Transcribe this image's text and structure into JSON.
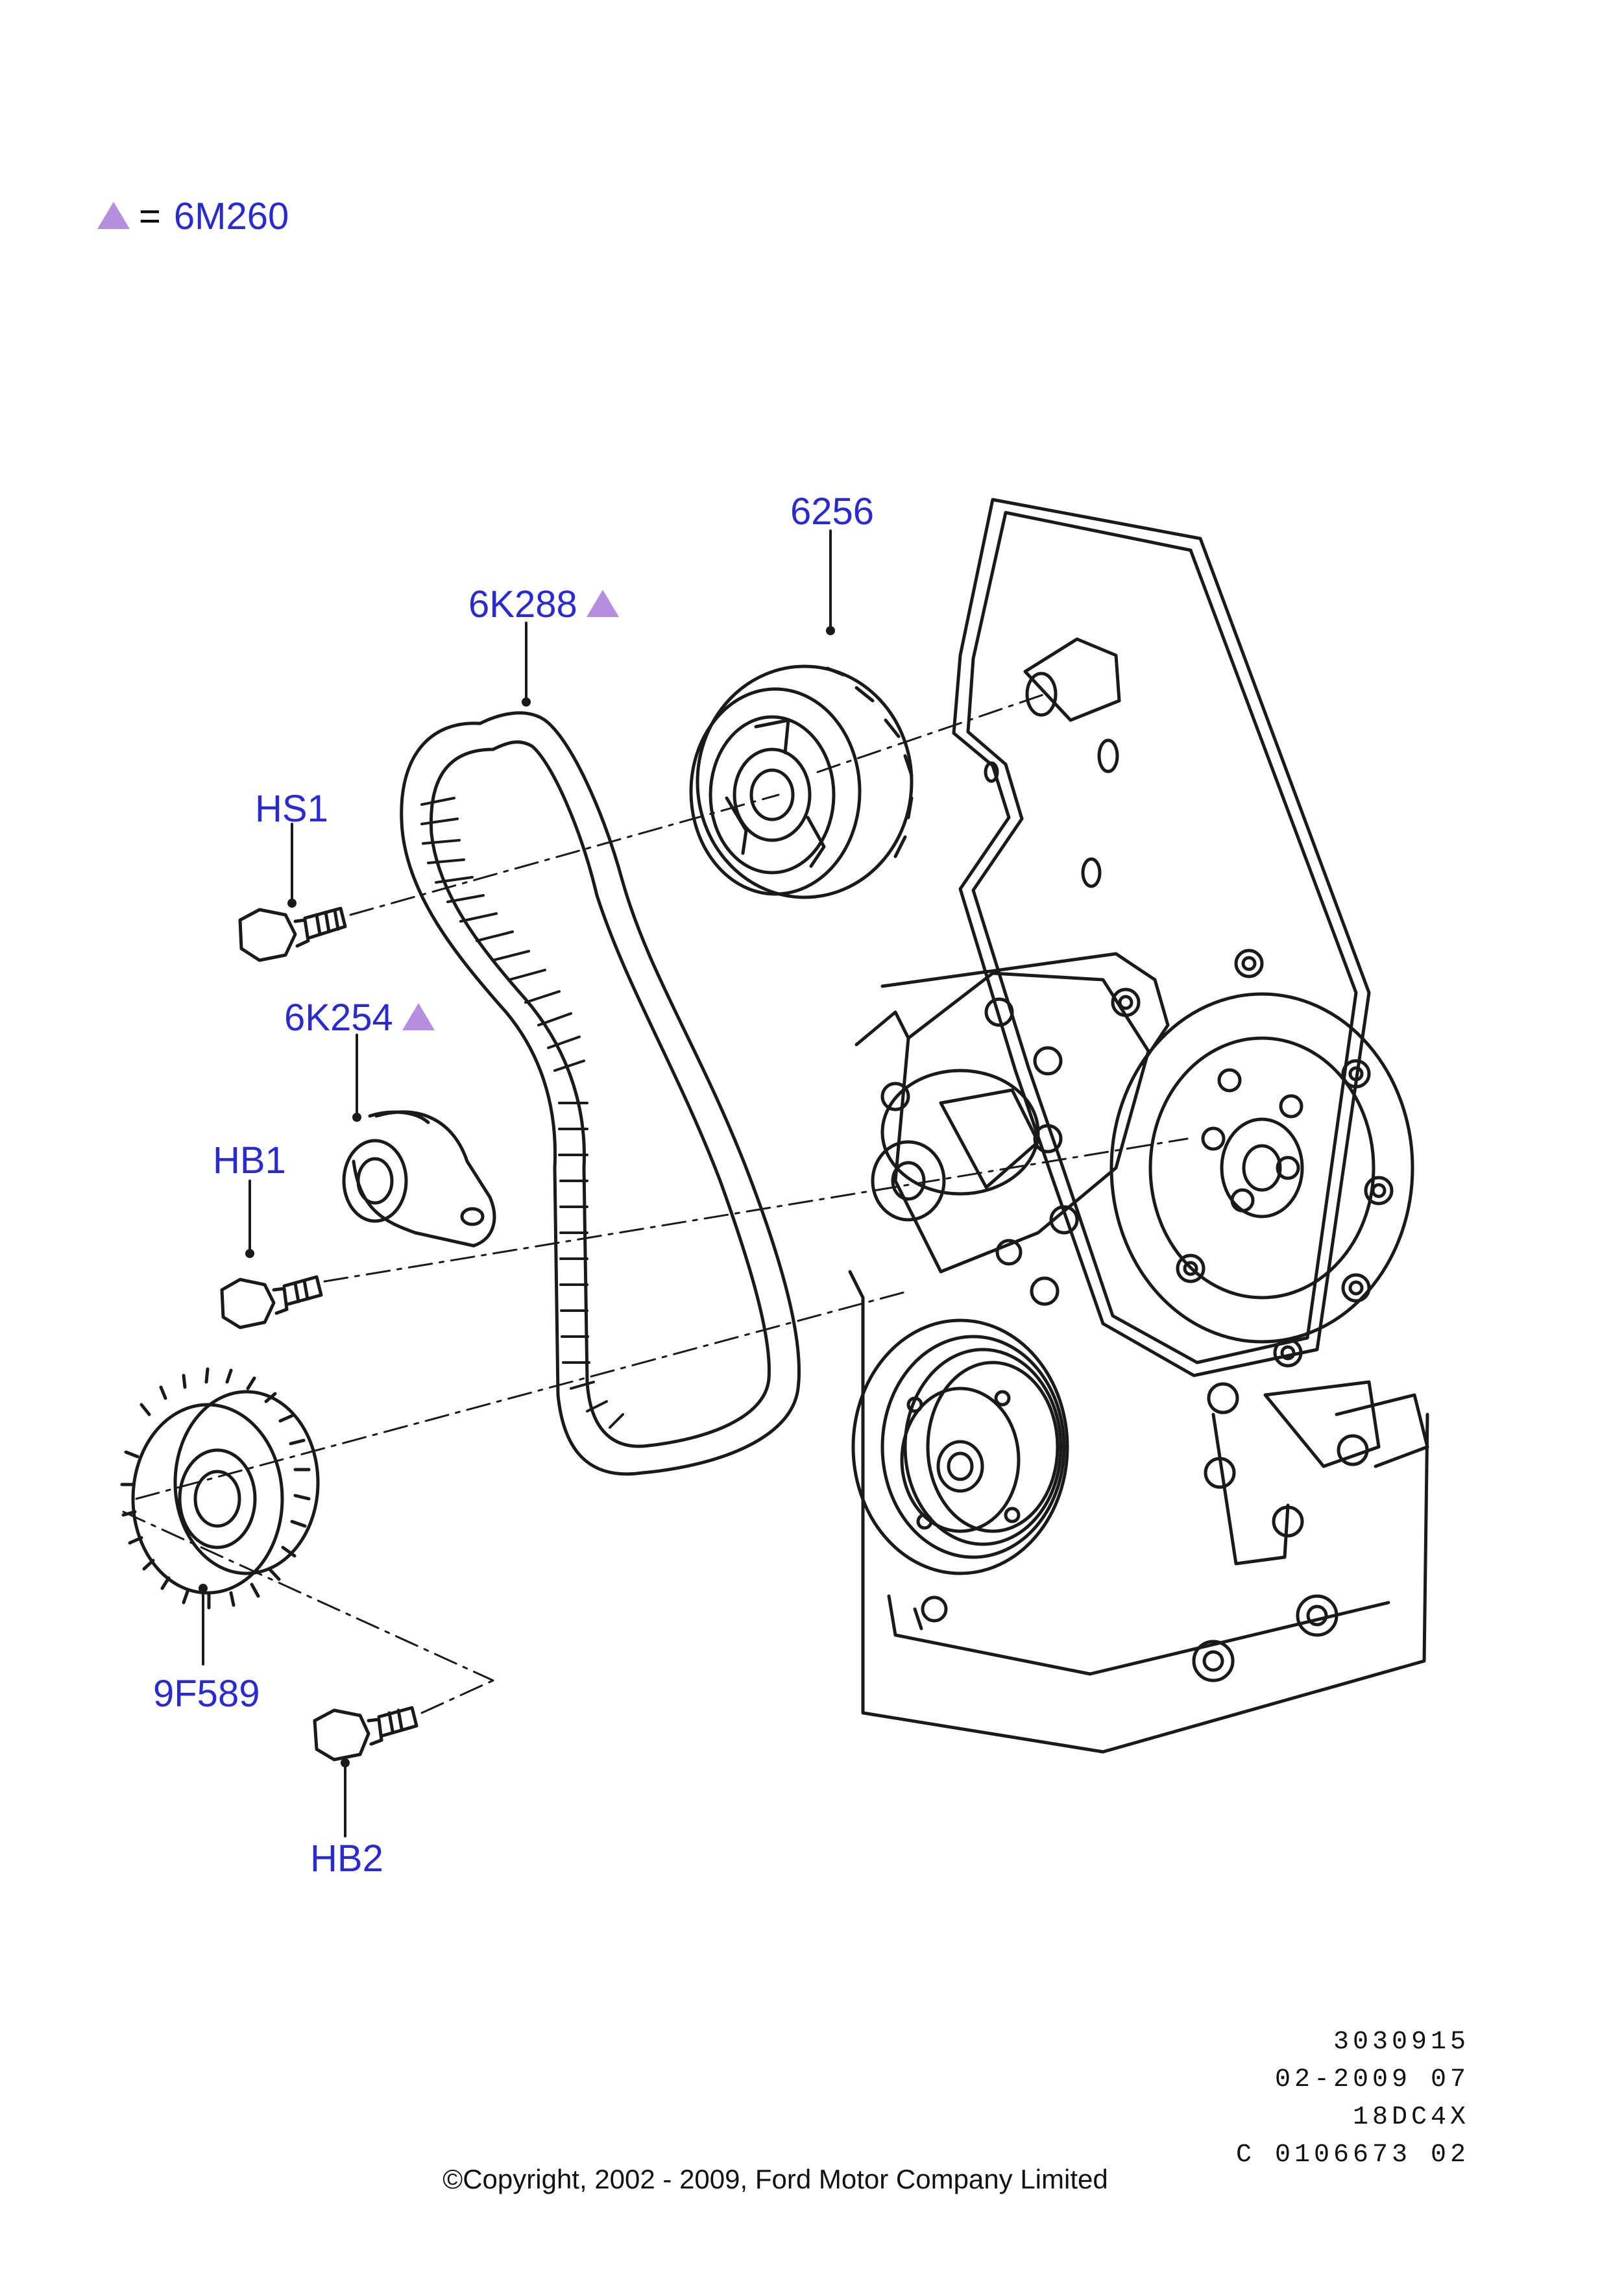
{
  "legend": {
    "symbol": "triangle",
    "equals": "=",
    "code": "6M260",
    "symbol_color": "#b58ee0"
  },
  "callouts": [
    {
      "id": "6256",
      "label": "6256",
      "marked": false
    },
    {
      "id": "6K288",
      "label": "6K288",
      "marked": true
    },
    {
      "id": "HS1",
      "label": "HS1",
      "marked": false
    },
    {
      "id": "6K254",
      "label": "6K254",
      "marked": true
    },
    {
      "id": "HB1",
      "label": "HB1",
      "marked": false
    },
    {
      "id": "9F589",
      "label": "9F589",
      "marked": false
    },
    {
      "id": "HB2",
      "label": "HB2",
      "marked": false
    }
  ],
  "reference": {
    "line1": "3030915",
    "line2": "02-2009 07",
    "line3": "18DC4X",
    "line4": "C 0106673 02"
  },
  "copyright": "©Copyright, 2002 - 2009, Ford Motor Company Limited",
  "colors": {
    "label": "#2a2ad2",
    "line": "#1a1a1a",
    "background": "#ffffff",
    "marker": "#b58ee0"
  }
}
